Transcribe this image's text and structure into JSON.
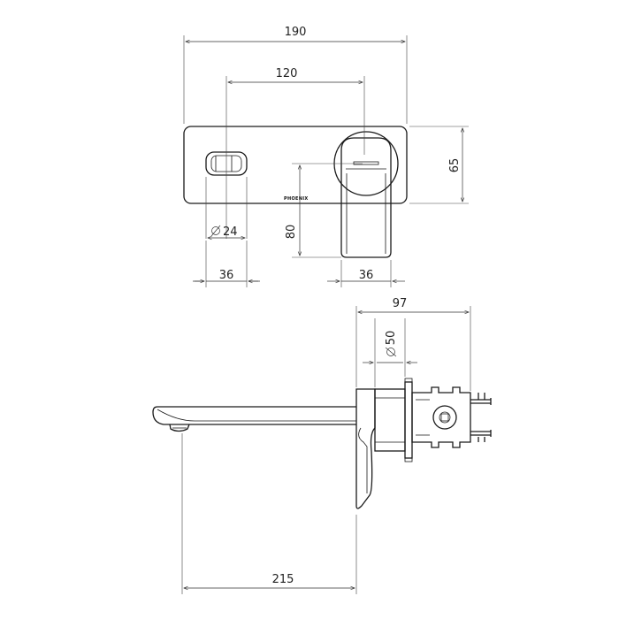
{
  "drawing": {
    "brand_mark": "PHOENIX",
    "dimensions": {
      "top_overall_width": "190",
      "top_center_spacing": "120",
      "plate_height": "65",
      "spout_outlet_diameter": "24",
      "handle_offset": "80",
      "left_spout_width": "36",
      "right_handle_width": "36",
      "body_depth": "97",
      "mixer_diameter": "50",
      "spout_reach": "215"
    }
  }
}
